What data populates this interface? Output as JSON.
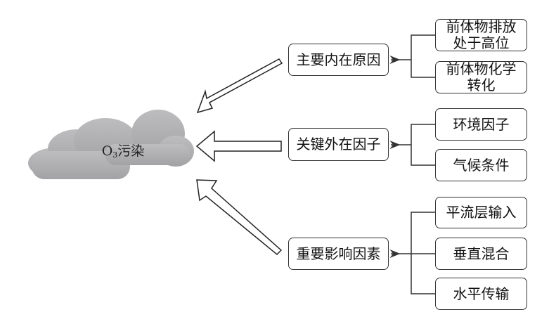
{
  "center": {
    "prefix": "O",
    "subscript": "3",
    "suffix": "污染"
  },
  "groups": [
    {
      "label": "主要内在原因",
      "children": [
        "前体物排放处于高位",
        "前体物化学转化"
      ]
    },
    {
      "label": "关键外在因子",
      "children": [
        "环境因子",
        "气候条件"
      ]
    },
    {
      "label": "重要影响因素",
      "children": [
        "平流层输入",
        "垂直混合",
        "水平传输"
      ]
    }
  ],
  "labels_wrapped": {
    "g0c0_line1": "前体物排放",
    "g0c0_line2": "处于高位",
    "g0c1_line1": "前体物化学",
    "g0c1_line2": "转化"
  },
  "colors": {
    "cloud": "#aeaeb0",
    "stroke": "#333333"
  }
}
